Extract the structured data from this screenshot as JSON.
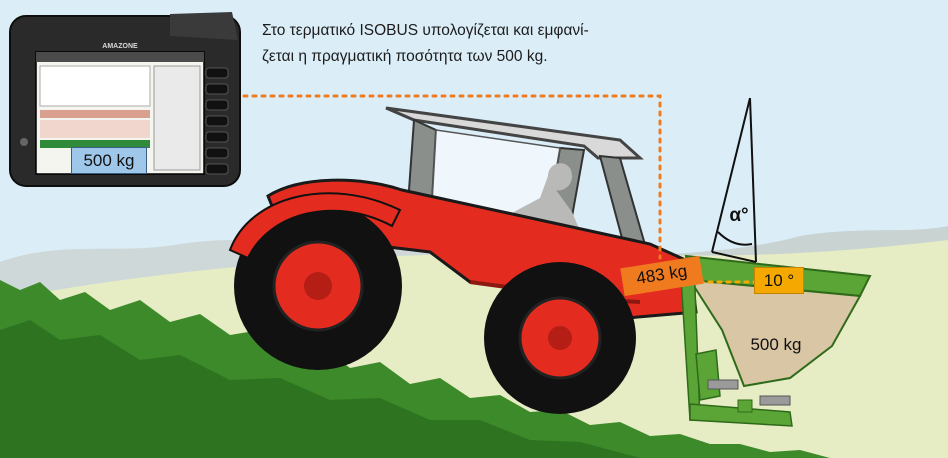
{
  "caption": {
    "line1": "Στο τερματικό ISOBUS υπολογίζεται και εμφανί-",
    "line2": "ζεται η πραγματική ποσότητα των 500 kg."
  },
  "terminal": {
    "brand": "AMAZONE",
    "displayed_weight": "500 kg"
  },
  "tags": {
    "measured_weight": "483 kg",
    "slope_angle": "10 °"
  },
  "hopper": {
    "load_label": "500 kg"
  },
  "angle_symbol": "α",
  "angle_unit": "°",
  "colors": {
    "sky": "#dbeef8",
    "grass": "#3c8a2a",
    "tractor_red": "#e32c1f",
    "implement_green": "#5aa535",
    "orange_tag": "#f07a1e",
    "angle_tag": "#f5a800",
    "screen_highlight": "#9fc7ea",
    "dotted_line": "#f07a1e"
  }
}
